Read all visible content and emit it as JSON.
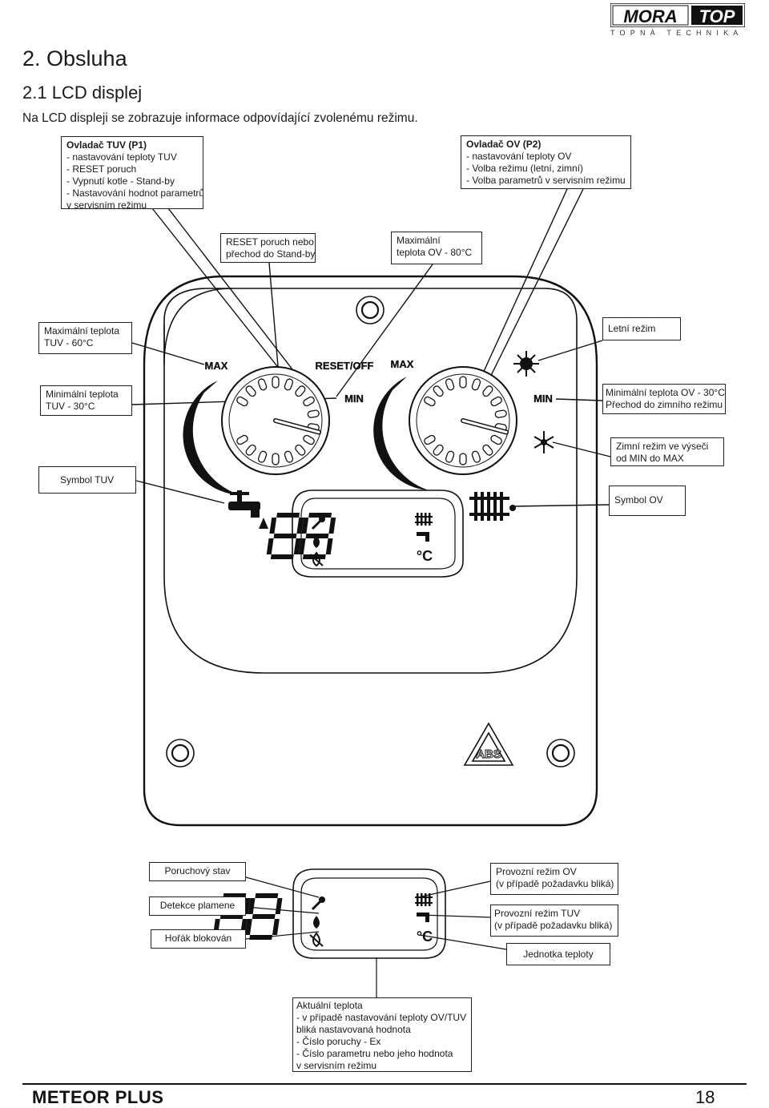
{
  "header": {
    "logo_left": "MORA",
    "logo_right": "TOP",
    "tagline": "TOPNÁ TECHNIKA",
    "title": "2. Obsluha",
    "subtitle": "2.1 LCD displej",
    "intro": "Na LCD displeji se zobrazuje informace odpovídající zvolenému režimu."
  },
  "callouts": {
    "tuv_knob": {
      "title": "Ovladač  TUV (P1)",
      "lines": [
        "- nastavování teploty TUV",
        "- RESET poruch",
        "- Vypnutí kotle - Stand-by",
        "- Nastavování hodnot parametrů",
        "v servisním režimu"
      ]
    },
    "ov_knob": {
      "title": "Ovladač  OV (P2)",
      "lines": [
        "- nastavování teploty OV",
        "- Volba režimu (letní, zimní)",
        "- Volba parametrů v servisním režimu"
      ]
    },
    "reset": [
      "RESET poruch nebo",
      "přechod do Stand-by"
    ],
    "max_ov": [
      "Maximální",
      "teplota OV - 80°C"
    ],
    "max_tuv": [
      "Maximální teplota",
      "TUV - 60°C"
    ],
    "summer": "Letní režim",
    "min_tuv": [
      "Minimální teplota",
      "TUV - 30°C"
    ],
    "min_ov": [
      "Minimální teplota OV - 30°C",
      "Přechod do zimního režimu"
    ],
    "winter": [
      "Zimní režim ve výseči",
      "od MIN do MAX"
    ],
    "symbol_tuv": "Symbol TUV",
    "symbol_ov": "Symbol OV"
  },
  "panel": {
    "label_max": "MAX",
    "label_reset": "RESET/OFF",
    "label_min": "MIN",
    "display_digits": "88",
    "unit": "°C",
    "recycle_label": "ABS"
  },
  "legend": {
    "fault": "Poruchový stav",
    "flame": "Detekce plamene",
    "burner_blocked": "Hořák blokován",
    "op_ov": [
      "Provozní režim OV",
      "(v případě požadavku bliká)"
    ],
    "op_tuv": [
      "Provozní režim TUV",
      "(v případě požadavku bliká)"
    ],
    "unit_label": "Jednotka teploty",
    "actual_temp": [
      "Aktuální teplota",
      "- v případě nastavování teploty OV/TUV",
      "bliká nastavovaná hodnota",
      "- Číslo poruchy - Ex",
      "- Číslo parametru nebo jeho hodnota",
      "v servisním režimu"
    ]
  },
  "footer": {
    "model": "METEOR PLUS",
    "page": "18"
  }
}
